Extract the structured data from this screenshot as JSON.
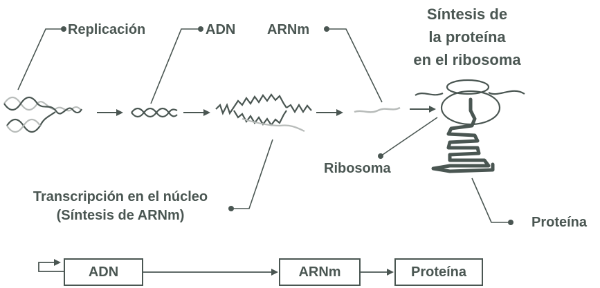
{
  "title": {
    "line1": "Síntesis de",
    "line2": "la proteína",
    "line3": "en el ribosoma"
  },
  "labels": {
    "replicacion": "Replicación",
    "adn": "ADN",
    "arnm": "ARNm",
    "ribosoma": "Ribosoma",
    "proteina": "Proteína",
    "transcripcion_line1": "Transcripción en el núcleo",
    "transcripcion_line2": "(Síntesis de ARNm)"
  },
  "flow": {
    "box1": "ADN",
    "box2": "ARNm",
    "box3": "Proteína"
  },
  "colors": {
    "main": "#4a5652",
    "light": "#b8bcba"
  }
}
